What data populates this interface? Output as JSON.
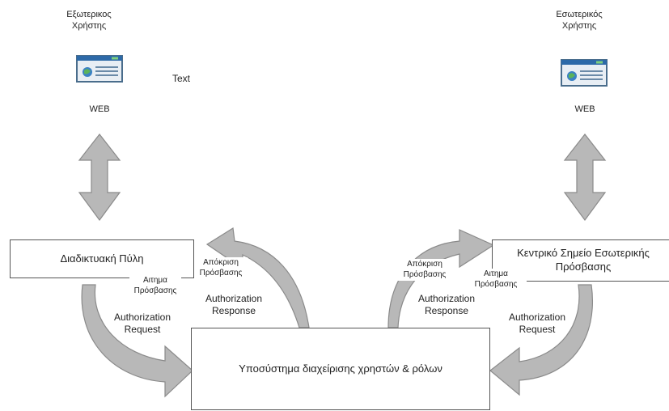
{
  "external_user": {
    "title": "Εξωτερικος Χρήστης",
    "web": "WEB"
  },
  "internal_user": {
    "title": "Εσωτερικός Χρήστης",
    "web": "WEB"
  },
  "stray_text": "Text",
  "portal": {
    "label": "Διαδικτυακή Πύλη"
  },
  "central_point": {
    "label": "Κεντρικό Σημείο Εσωτερικής Πρόσβασης"
  },
  "subsystem": {
    "label": "Υποσύστημα διαχείρισης χρηστών & ρόλων"
  },
  "left_flow": {
    "request_gr": "Αιτημα Πρόσβασης",
    "request_en": "Authorization Request",
    "response_gr": "Απόκριση Πρόσβασης",
    "response_en": "Authorization Response"
  },
  "right_flow": {
    "request_gr": "Αιτημα Πρόσβασης",
    "request_en": "Authorization Request",
    "response_gr": "Απόκριση Πρόσβασης",
    "response_en": "Authorization Response"
  },
  "colors": {
    "arrow_fill": "#b8b8b8",
    "arrow_stroke": "#8a8a8a",
    "browser_frame": "#4a6d8c",
    "browser_bar": "#2d6aa8"
  }
}
